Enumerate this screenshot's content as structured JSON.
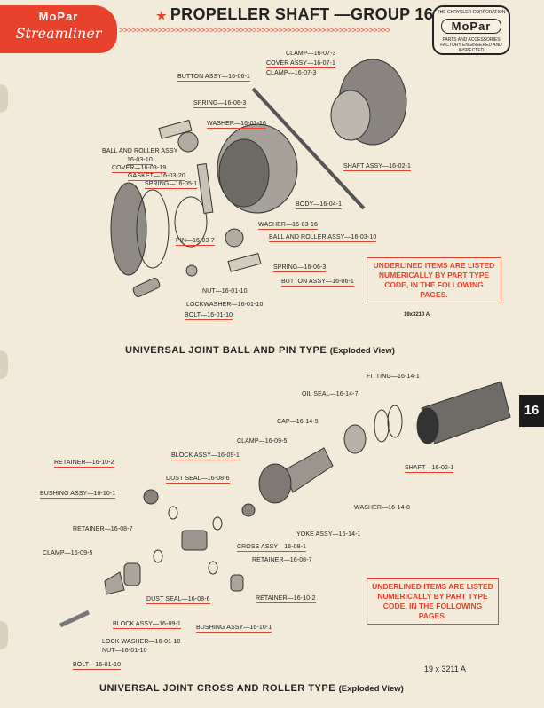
{
  "header": {
    "logo_brand": "MoPar",
    "logo_script": "Streamliner",
    "title": "PROPELLER SHAFT —GROUP 16",
    "badge_top": "THE CHRYSLER CORPORATION",
    "badge_brand": "MoPar",
    "badge_sub": "PARTS AND ACCESSORIES",
    "badge_bottom": "FACTORY ENGINEERED AND INSPECTED"
  },
  "group_tab": "16",
  "figure1": {
    "labels": [
      "CLAMP—16-07-3",
      "COVER ASSY—16-07-1",
      "CLAMP—16-07-3",
      "BUTTON ASSY—16-06-1",
      "SPRING—16-06-3",
      "WASHER—16-03-16",
      "BALL AND ROLLER ASSY",
      "16-03-10",
      "COVER—16-03-19",
      "GASKET—16-03-20",
      "SPRING—16-05-1",
      "SHAFT ASSY—16-02-1",
      "BODY—16-04-1",
      "WASHER—16-03-16",
      "BALL AND ROLLER ASSY—16-03-10",
      "PIN—16-03-7",
      "SPRING—16-06-3",
      "BUTTON ASSY—16-06-1",
      "NUT—16-01-10",
      "LOCKWASHER—16-01-10",
      "BOLT—16-01-10"
    ],
    "note": "UNDERLINED ITEMS ARE LISTED NUMERICALLY BY PART TYPE CODE, IN THE FOLLOWING PAGES.",
    "figure_no": "19x3210 A",
    "caption": "UNIVERSAL JOINT BALL AND PIN TYPE",
    "caption_suffix": "(Exploded View)"
  },
  "figure2": {
    "labels": [
      "FITTING—16-14-1",
      "OIL SEAL—16-14-7",
      "CAP—16-14-9",
      "CLAMP—16-09-5",
      "SHAFT—16-02-1",
      "BLOCK ASSY—16-09-1",
      "RETAINER—16-10-2",
      "DUST SEAL—16-08-6",
      "BUSHING ASSY—16-10-1",
      "WASHER—16-14-8",
      "RETAINER—16-08-7",
      "YOKE ASSY—16-14-1",
      "CROSS ASSY—16-08-1",
      "CLAMP—16-09-5",
      "RETAINER—16-08-7",
      "DUST SEAL—16-08-6",
      "RETAINER—16-10-2",
      "BLOCK ASSY—16-09-1",
      "BUSHING ASSY—16-10-1",
      "LOCK WASHER—16-01-10",
      "NUT—16-01-10",
      "BOLT—16-01-10"
    ],
    "note": "UNDERLINED ITEMS ARE LISTED NUMERICALLY BY PART TYPE CODE, IN THE FOLLOWING PAGES.",
    "figure_no": "19 x 3211 A",
    "caption": "UNIVERSAL JOINT CROSS AND ROLLER TYPE",
    "caption_suffix": "(Exploded View)"
  }
}
